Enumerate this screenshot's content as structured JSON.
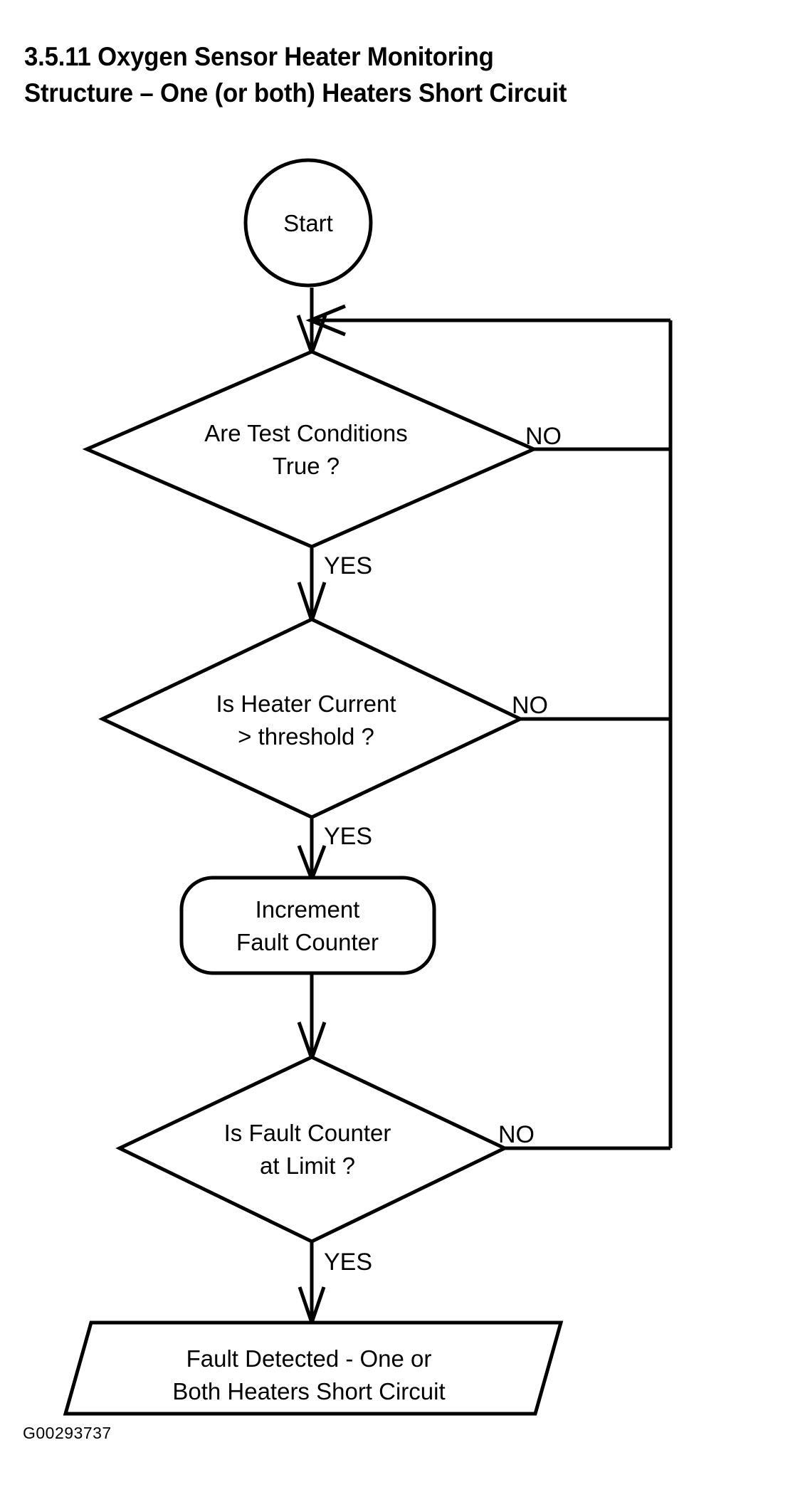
{
  "document": {
    "title_line_1": "3.5.11 Oxygen Sensor Heater Monitoring",
    "title_line_2": "Structure – One (or both) Heaters Short Circuit",
    "figure_code": "G00293737"
  },
  "flowchart": {
    "type": "flowchart",
    "orientation": "top-to-bottom",
    "nodes": [
      {
        "id": "start",
        "shape": "circle",
        "label": "Start"
      },
      {
        "id": "test-conditions",
        "shape": "diamond",
        "label_line_1": "Are Test Conditions",
        "label_line_2": "True ?"
      },
      {
        "id": "heater-current",
        "shape": "diamond",
        "label_line_1": "Is Heater Current",
        "label_line_2": "> threshold ?"
      },
      {
        "id": "increment-counter",
        "shape": "rounded-rectangle",
        "label_line_1": "Increment",
        "label_line_2": "Fault Counter"
      },
      {
        "id": "counter-at-limit",
        "shape": "diamond",
        "label_line_1": "Is Fault Counter",
        "label_line_2": "at Limit ?"
      },
      {
        "id": "fault-detected",
        "shape": "parallelogram",
        "label_line_1": "Fault Detected - One or",
        "label_line_2": "Both Heaters Short Circuit"
      }
    ],
    "branch_labels": {
      "no_1": "NO",
      "no_2": "NO",
      "no_3": "NO",
      "yes_1": "YES",
      "yes_2": "YES",
      "yes_3": "YES"
    },
    "colors": {
      "stroke": "#000000",
      "fill": "#ffffff",
      "text": "#000000"
    }
  }
}
